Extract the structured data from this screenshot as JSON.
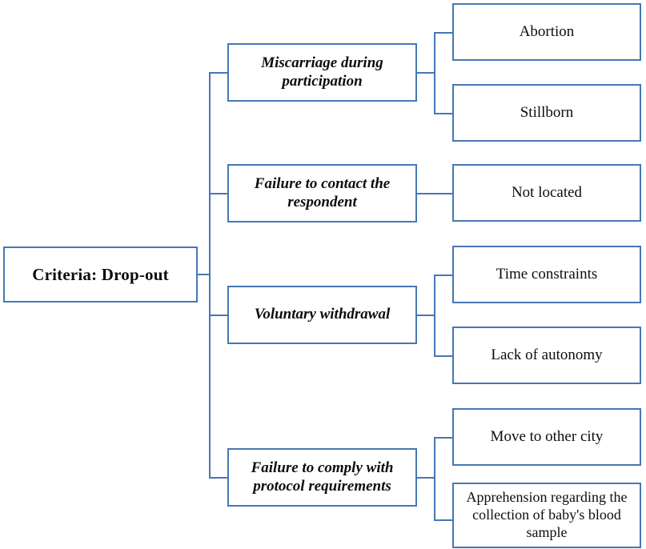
{
  "diagram": {
    "type": "tree",
    "title": "Criteria: Drop-out",
    "orientation": "left-to-right",
    "colors": {
      "box_border": "#4677b4",
      "box_fill": "#ffffff",
      "connector": "#4677b4",
      "text": "#0d0d0d",
      "background": "#ffffff"
    },
    "root": {
      "label": "Criteria: Drop-out"
    },
    "branches": [
      {
        "label": "Miscarriage during participation",
        "leaves": [
          {
            "label": "Abortion"
          },
          {
            "label": "Stillborn"
          }
        ]
      },
      {
        "label": "Failure to contact the respondent",
        "leaves": [
          {
            "label": "Not located"
          }
        ]
      },
      {
        "label": "Voluntary withdrawal",
        "leaves": [
          {
            "label": "Time constraints"
          },
          {
            "label": "Lack of autonomy"
          }
        ]
      },
      {
        "label": "Failure to  comply with protocol requirements",
        "leaves": [
          {
            "label": "Move to other city"
          },
          {
            "label": "Apprehension regarding the collection of baby's blood sample"
          }
        ]
      }
    ]
  }
}
